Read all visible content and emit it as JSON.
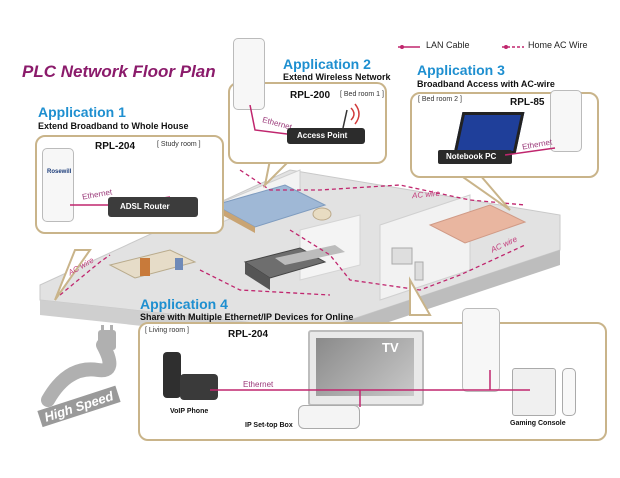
{
  "title": "PLC Network Floor Plan",
  "legend": {
    "lan": "LAN Cable",
    "ac": "Home AC Wire",
    "lan_color": "#c0266e",
    "ac_color": "#c0266e"
  },
  "app1": {
    "title": "Application 1",
    "subtitle": "Extend Broadband  to Whole House",
    "model": "RPL-204",
    "room": "[ Study room ]",
    "device": "ADSL Router"
  },
  "app2": {
    "title": "Application 2",
    "subtitle": "Extend  Wireless Network",
    "model": "RPL-200",
    "room": "[ Bed room 1 ]",
    "device": "Access Point"
  },
  "app3": {
    "title": "Application 3",
    "subtitle": "Broadband Access with AC-wire",
    "model": "RPL-85",
    "room": "[ Bed room 2 ]",
    "device": "Notebook PC"
  },
  "app4": {
    "title": "Application 4",
    "subtitle": "Share with Multiple Ethernet/IP Devices for Online",
    "model": "RPL-204",
    "room": "[ Living room ]",
    "tv": "TV",
    "phone": "VoIP Phone",
    "stb": "IP Set-top Box",
    "console": "Gaming Console"
  },
  "wire": {
    "ethernet": "Ethernet",
    "ac": "AC wire"
  },
  "badge": "High Speed",
  "brand": "Rosewill",
  "colors": {
    "accent": "#1e8fd0",
    "title": "#8b1b6b",
    "wire": "#c0266e",
    "callout_border": "#c9b48a"
  }
}
